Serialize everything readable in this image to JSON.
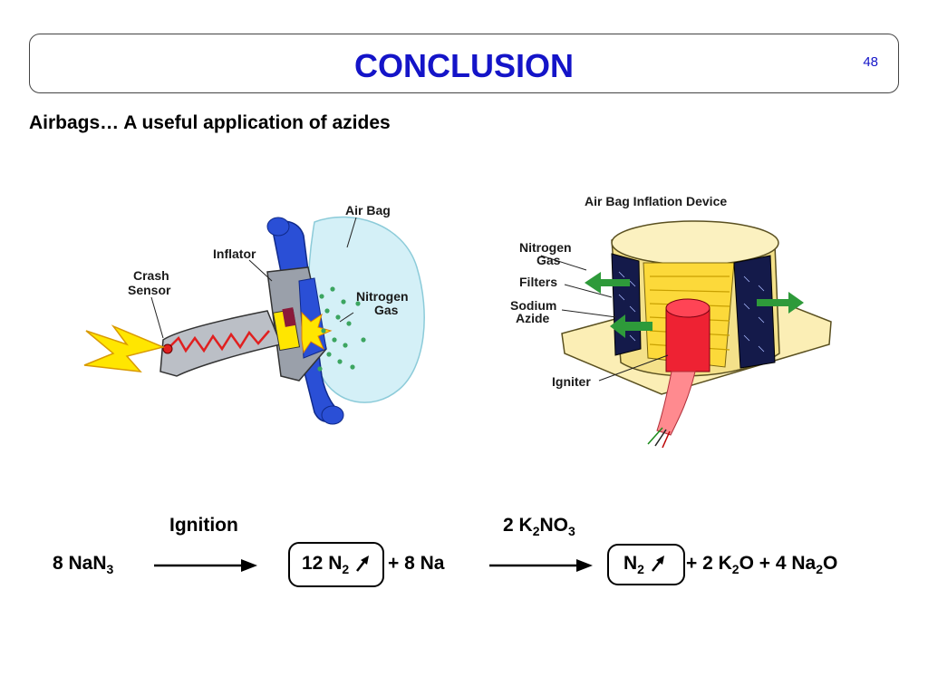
{
  "slide": {
    "title": "CONCLUSION",
    "page_number": "48",
    "subtitle": "Airbags… A useful application of azides"
  },
  "left_figure": {
    "labels": {
      "air_bag": "Air Bag",
      "inflator": "Inflator",
      "crash": "Crash",
      "sensor": "Sensor",
      "nitrogen": "Nitrogen",
      "gas": "Gas"
    }
  },
  "right_figure": {
    "title": "Air Bag Inflation Device",
    "labels": {
      "nitrogen": "Nitrogen",
      "gas": "Gas",
      "filters": "Filters",
      "sodium": "Sodium",
      "azide": "Azide",
      "igniter": "Igniter"
    }
  },
  "reaction": {
    "reactant_coef": "8 NaN",
    "reactant_sub": "3",
    "condition1": "Ignition",
    "product1_coef": "12 N",
    "product1_sub": "2",
    "plus_na": "+ 8 Na",
    "condition2_pre": "2 K",
    "condition2_sub1": "2",
    "condition2_mid": "NO",
    "condition2_sub2": "3",
    "product2_n": "N",
    "product2_n_sub": "2",
    "product2_plus1": "+ 2 K",
    "product2_k_sub": "2",
    "product2_o1": "O + 4 Na",
    "product2_na_sub": "2",
    "product2_o2": "O"
  },
  "colors": {
    "title": "#1414c8",
    "inflator_blue": "#2a4fd6",
    "airbag": "#d4f0f7",
    "gas_dots": "#3ca560",
    "arrow_green": "#2e9a3a",
    "flame": "#ffe600",
    "igniter_red": "#ee2233",
    "filter_yellow": "#f7e27a"
  }
}
